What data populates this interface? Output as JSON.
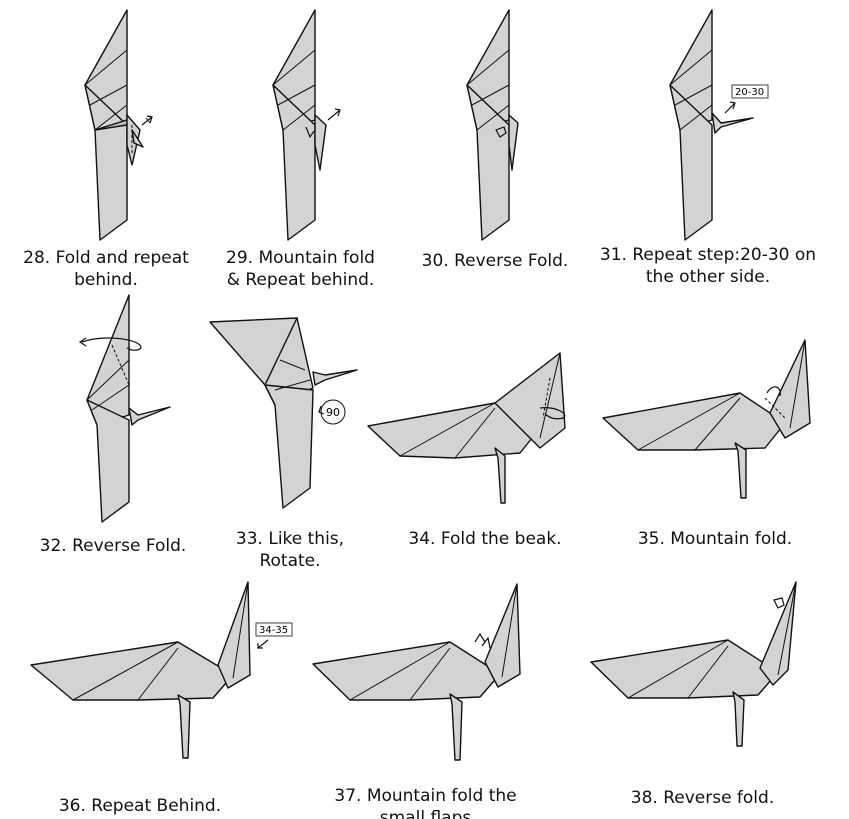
{
  "steps": [
    {
      "id": "28",
      "lines": [
        "28. Fold and repeat",
        "behind."
      ]
    },
    {
      "id": "29",
      "lines": [
        "29. Mountain fold",
        "& Repeat behind."
      ]
    },
    {
      "id": "30",
      "lines": [
        "30. Reverse Fold."
      ]
    },
    {
      "id": "31",
      "lines": [
        "31. Repeat step:20-30 on",
        "the other side."
      ],
      "tag": "20-30"
    },
    {
      "id": "32",
      "lines": [
        "32. Reverse Fold."
      ]
    },
    {
      "id": "33",
      "lines": [
        "33. Like this,",
        "Rotate."
      ],
      "rotation": "90"
    },
    {
      "id": "34",
      "lines": [
        "34. Fold the beak."
      ]
    },
    {
      "id": "35",
      "lines": [
        "35. Mountain fold."
      ]
    },
    {
      "id": "36",
      "lines": [
        "36. Repeat Behind."
      ],
      "tag": "34-35"
    },
    {
      "id": "37",
      "lines": [
        "37. Mountain fold the",
        "small flaps"
      ]
    },
    {
      "id": "38",
      "lines": [
        "38. Reverse fold."
      ]
    }
  ]
}
